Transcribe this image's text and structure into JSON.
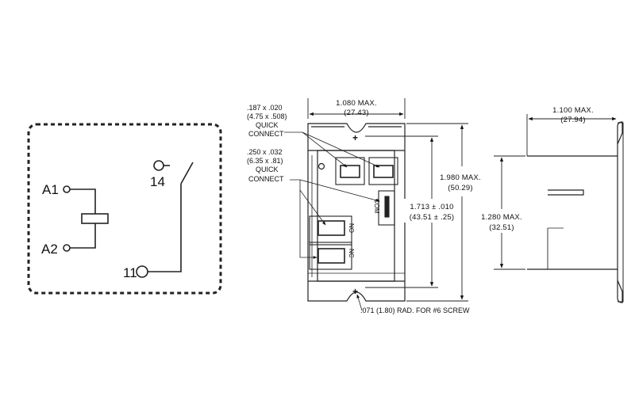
{
  "schematic": {
    "coil_terminals": [
      "A1",
      "A2"
    ],
    "contact_terminals": [
      "14",
      "11"
    ]
  },
  "front_view": {
    "width": {
      "line1": "1.080 MAX.",
      "line2": "(27.43)"
    },
    "height_max": {
      "line1": "1.980 MAX.",
      "line2": "(50.29)"
    },
    "mount_spacing": {
      "line1": "1.713 ± .010",
      "line2": "(43.51 ± .25)"
    },
    "qc_small": {
      "line1": ".187 x .020",
      "line2": "(4.75 x .508)",
      "line3": "QUICK",
      "line4": "CONNECT"
    },
    "qc_large": {
      "line1": ".250 x .032",
      "line2": "(6.35 x .81)",
      "line3": "QUICK",
      "line4": "CONNECT"
    },
    "screw_note": ".071 (1.80) RAD. FOR #6 SCREW",
    "terminal_labels": [
      "COM",
      "NO",
      "NC"
    ]
  },
  "side_view": {
    "depth": {
      "line1": "1.100 MAX.",
      "line2": "(27.94)"
    },
    "body_height": {
      "line1": "1.280 MAX.",
      "line2": "(32.51)"
    }
  }
}
